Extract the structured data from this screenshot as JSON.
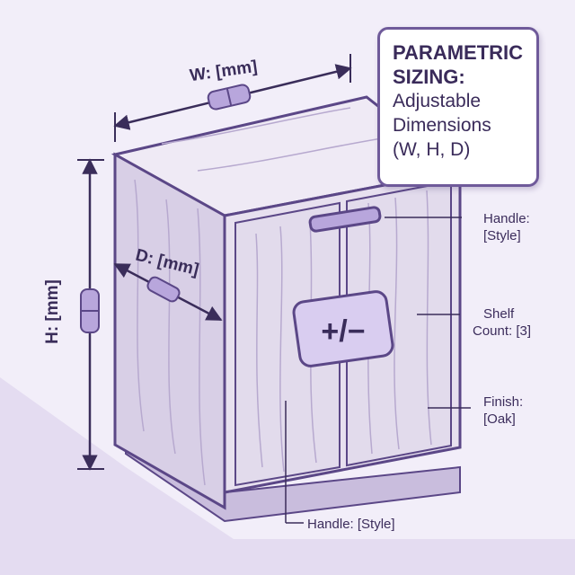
{
  "title": {
    "line1": "PARAMETRIC",
    "line2": "SIZING:",
    "line3": "Adjustable",
    "line4": "Dimensions",
    "line5": "(W, H, D)"
  },
  "dimensions": {
    "width_label": "W: [mm]",
    "height_label": "H: [mm]",
    "depth_label": "D: [mm]"
  },
  "control": {
    "stepper_label": "+/−"
  },
  "callouts": {
    "handle_top_line1": "Handle:",
    "handle_top_line2": "[Style]",
    "shelf_line1": "Shelf",
    "shelf_line2": "Count: [3]",
    "finish_line1": "Finish:",
    "finish_line2": "[Oak]",
    "handle_bottom": "Handle: [Style]"
  },
  "colors": {
    "outline": "#5b4787",
    "wood_front": "#e7e0ef",
    "wood_side": "#d8cfe6",
    "wood_top": "#efeaf5",
    "accent": "#b8a6dc",
    "text": "#3a2d5a"
  }
}
